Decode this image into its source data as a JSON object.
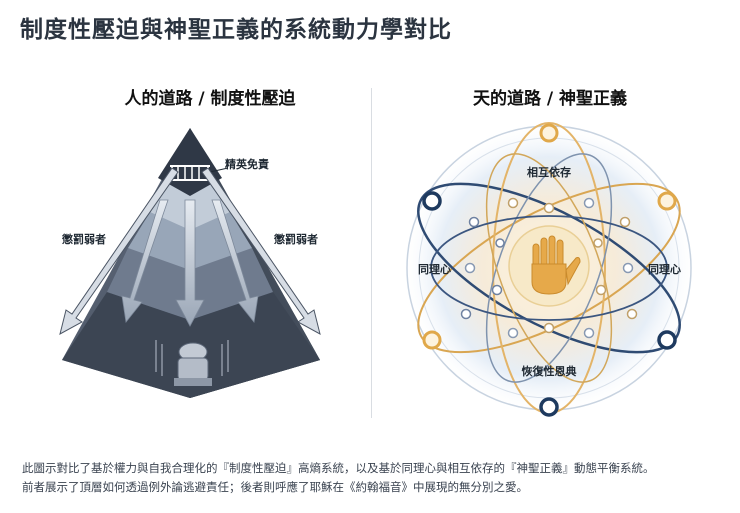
{
  "title": "制度性壓迫與神聖正義的系統動力學對比",
  "left_panel": {
    "title": "人的道路 / 制度性壓迫",
    "apex_label": "精英免責",
    "left_label": "懲罰弱者",
    "right_label": "懲罰弱者"
  },
  "right_panel": {
    "title": "天的道路 / 神聖正義",
    "top_label": "相互依存",
    "left_label": "同理心",
    "right_label": "同理心",
    "bottom_label": "恢復性恩典"
  },
  "caption": {
    "line1": "此圖示對比了基於權力與自我合理化的『制度性壓迫』高熵系統，以及基於同理心與相互依存的『神聖正義』動態平衡系統。",
    "line2": "前者展示了頂層如何透過例外論逃避責任；後者則呼應了耶穌在《約翰福音》中展現的無分別之愛。"
  },
  "colors": {
    "navy": "#1e3a5f",
    "gold": "#e0a84a",
    "pyramid_dark": "#3a4250",
    "pyramid_light": "#8fa0b5"
  }
}
